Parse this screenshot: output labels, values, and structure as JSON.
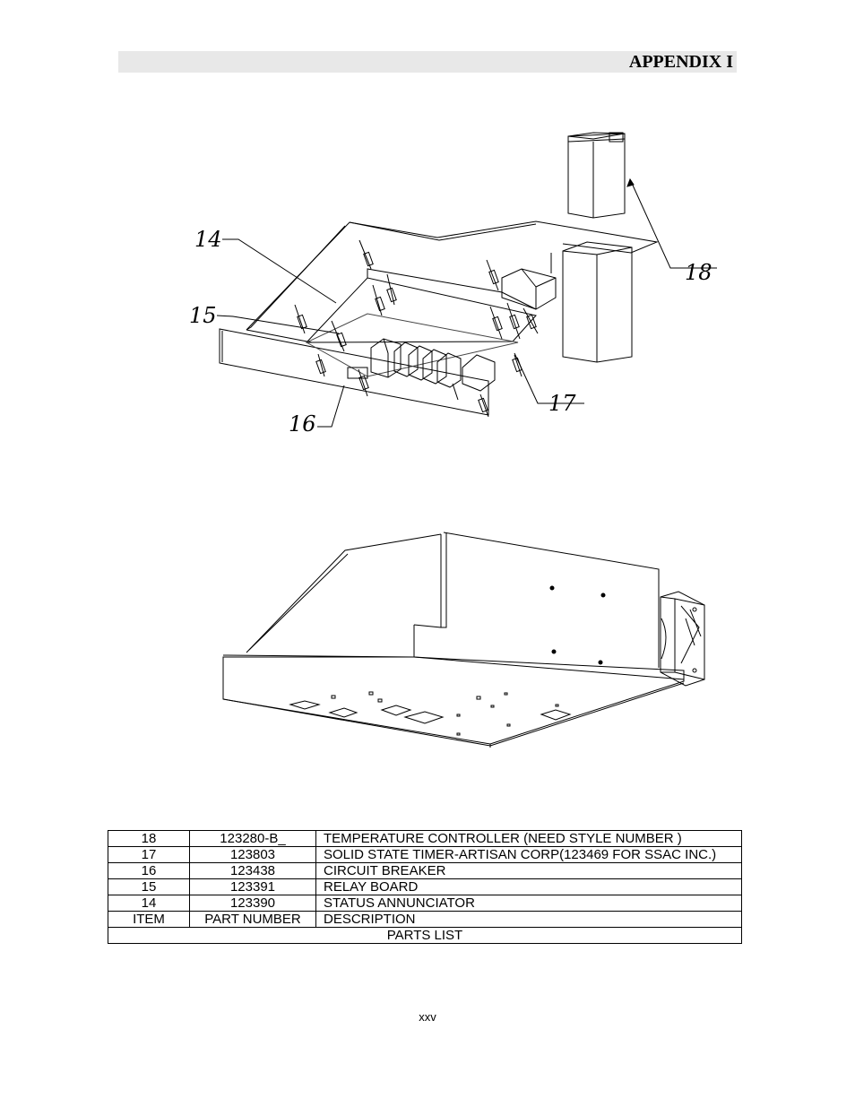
{
  "header": {
    "title": "APPENDIX I"
  },
  "callouts": [
    "14",
    "15",
    "16",
    "17",
    "18"
  ],
  "parts_table": {
    "rows": [
      {
        "item": "18",
        "part_number": "123280-B_",
        "description": "TEMPERATURE CONTROLLER (NEED STYLE NUMBER )"
      },
      {
        "item": "17",
        "part_number": "123803",
        "description": "SOLID STATE TIMER-ARTISAN CORP(123469 FOR SSAC INC.)"
      },
      {
        "item": "16",
        "part_number": "123438",
        "description": "CIRCUIT BREAKER"
      },
      {
        "item": "15",
        "part_number": "123391",
        "description": "RELAY BOARD"
      },
      {
        "item": "14",
        "part_number": "123390",
        "description": "STATUS ANNUNCIATOR"
      }
    ],
    "headers": {
      "item": "ITEM",
      "part_number": "PART NUMBER",
      "description": "DESCRIPTION"
    },
    "caption": "PARTS LIST"
  },
  "footer": {
    "page_number": "xxv"
  }
}
